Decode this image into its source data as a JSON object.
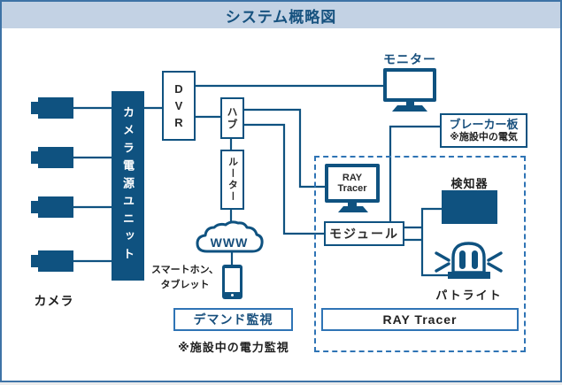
{
  "header": {
    "title": "システム概略図"
  },
  "colors": {
    "navy": "#0f5280",
    "dashed_blue": "#2f74b5",
    "header_bg": "#c3d2e4",
    "title_text": "#17527f",
    "page_border": "#3e73a6"
  },
  "left": {
    "cameras_label": "カメラ",
    "power_unit_label": "カメラ電源ユニット"
  },
  "network": {
    "dvr": "DVR",
    "hub": "ハブ",
    "router": "ルーター",
    "www": "WWW",
    "smartphone_line1": "スマートホン、",
    "smartphone_line2": "タブレット"
  },
  "demand": {
    "box_label": "デマンド監視",
    "note": "※施設中の電力監視"
  },
  "monitor": {
    "label": "モニター"
  },
  "breaker": {
    "line1": "ブレーカー板",
    "line2": "※施設中の電気"
  },
  "ray_group": {
    "tracer_line1": "RAY",
    "tracer_line2": "Tracer",
    "module": "モジュール",
    "detector": "検知器",
    "patlite": "パトライト",
    "group_label": "RAY Tracer"
  }
}
